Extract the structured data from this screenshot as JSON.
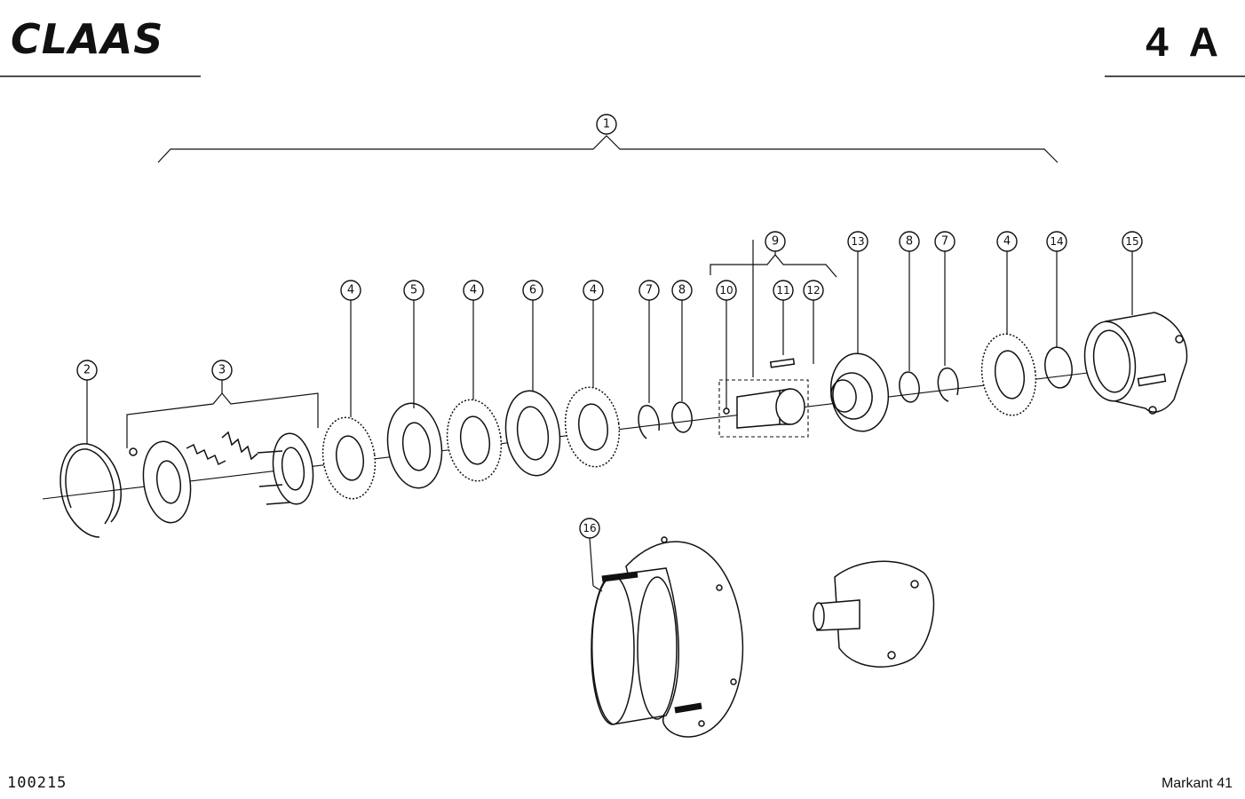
{
  "header": {
    "logo": "CLAAS",
    "page_number": "4 A"
  },
  "footer": {
    "doc_number": "100215",
    "model": "Markant 41"
  },
  "callouts": {
    "c1": "1",
    "c2": "2",
    "c3": "3",
    "c4a": "4",
    "c5": "5",
    "c4b": "4",
    "c6": "6",
    "c4c": "4",
    "c7a": "7",
    "c8a": "8",
    "c9": "9",
    "c10": "10",
    "c11": "11",
    "c12": "12",
    "c13": "13",
    "c8b": "8",
    "c7b": "7",
    "c4d": "4",
    "c14": "14",
    "c15": "15",
    "c16": "16"
  }
}
